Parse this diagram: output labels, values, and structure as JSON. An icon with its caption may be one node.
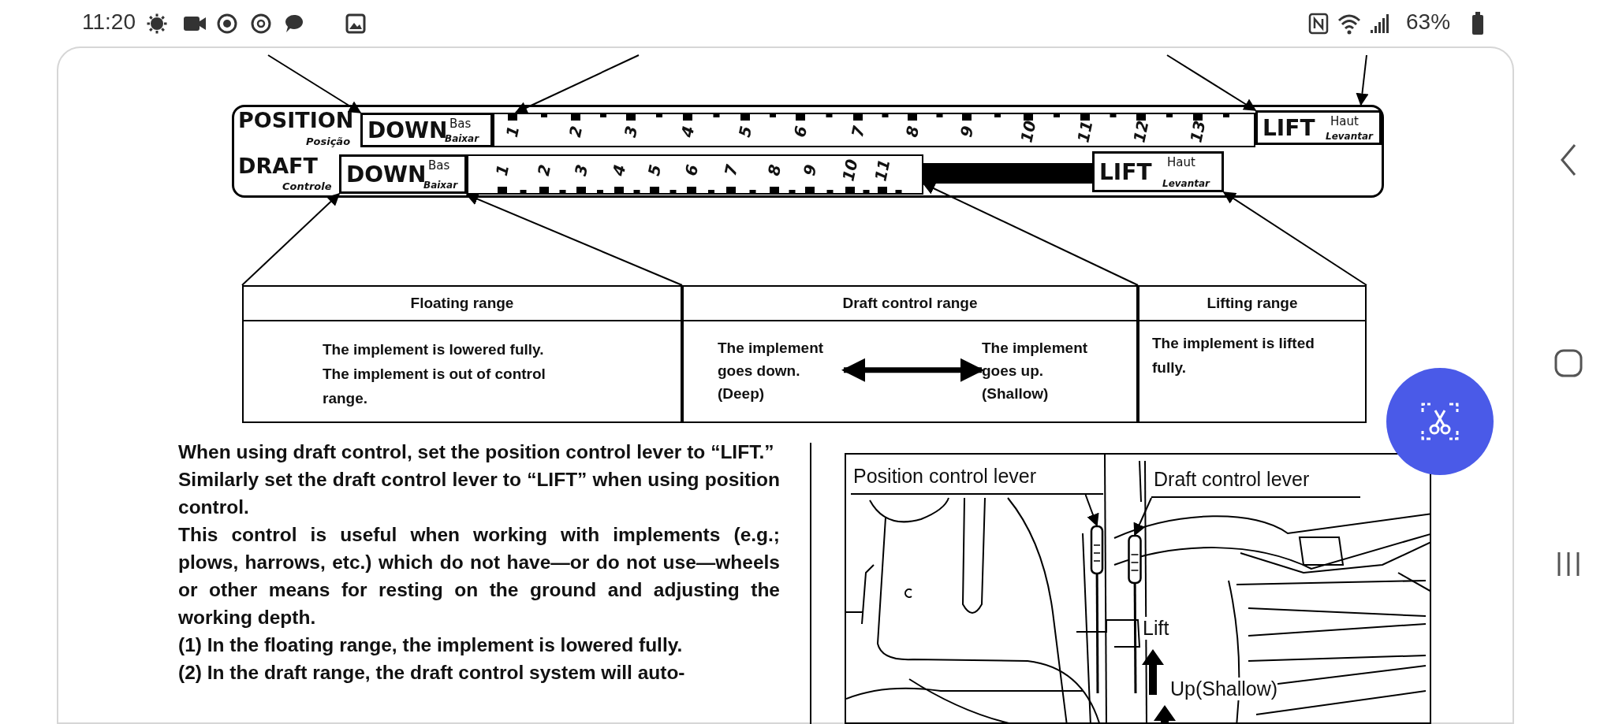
{
  "diagram": {
    "nodes": [
      {
        "text": [],
        "shape": "box"
      },
      {
        "text": [
          "DOWN",
          "Bas",
          "Baixar"
        ],
        "in": 0
      },
      {
        "text": [],
        "shape": "bar",
        "in": 0
      },
      {
        "text": [
          "LIFT",
          "Haut",
          "Levantar"
        ],
        "in": 0
      },
      {
        "text": [
          "DOWN",
          "Bas",
          "Baixar"
        ],
        "in": 0
      },
      {
        "text": [],
        "shape": "bar",
        "in": 0
      },
      {
        "text": [],
        "shape": "bar",
        "in": 0
      },
      {
        "text": [
          "LIFT",
          "Haut",
          "Levantar"
        ],
        "in": 0
      },
      {
        "text": [
          "Floating range"
        ]
      },
      {
        "text": [
          "Draft control range"
        ]
      },
      {
        "text": [
          "Lifting range"
        ]
      },
      {
        "text": [
          "The implement goes down. (Deep)"
        ]
      },
      {
        "text": [
          "The implement goes up. (Shallow)"
        ]
      },
      {
        "text": [],
        "shape": "picture"
      },
      {
        "text": [
          "Position control lever"
        ],
        "in": 13
      },
      {
        "text": [
          "Draft control lever"
        ],
        "in": 13
      },
      {
        "text": [],
        "shape": "picture",
        "in": 13
      },
      {
        "text": [],
        "shape": "picture",
        "in": 13
      }
    ],
    "edges": [
      {
        "from": null,
        "to": 1,
        "arrow": "to"
      },
      {
        "from": null,
        "to": 2,
        "arrow": "to"
      },
      {
        "from": null,
        "to": 3,
        "arrow": "to"
      },
      {
        "from": null,
        "to": 0,
        "arrow": "to"
      },
      {
        "from": 8,
        "to": 4,
        "arrow": "to"
      },
      {
        "from": 9,
        "to": 5,
        "arrow": "to"
      },
      {
        "from": 10,
        "to": 6,
        "arrow": "to"
      },
      {
        "from": 10,
        "to": 7,
        "arrow": "to"
      },
      {
        "from": 11,
        "to": 12,
        "arrow": "both",
        "style": "thick"
      },
      {
        "from": 14,
        "to": 16,
        "arrow": "to"
      },
      {
        "from": 15,
        "to": 17,
        "arrow": "to"
      }
    ],
    "labels": [
      "11:20",
      "63%",
      "POSITION",
      "Posição",
      "1",
      "2",
      "3",
      "4",
      "5",
      "6",
      "7",
      "8",
      "9",
      "10",
      "11",
      "12",
      "13",
      "DRAFT",
      "Controle",
      "1",
      "2",
      "3",
      "4",
      "5",
      "6",
      "7",
      "8",
      "9",
      "10",
      "11",
      "The implement is lowered fully. The implement is out of control range.",
      "The implement is lifted fully.",
      "When using draft control, set the position control lever to “LIFT.”",
      "Similarly set the draft control lever to “LIFT” when using position control.",
      "This control is useful when working with implements (e.g.; plows, harrows, etc.) which do not have—or do not use—wheels or other means for resting on the ground and adjusting the working depth.",
      "(1) In the floating range, the implement is lowered fully.",
      "(2) In the draft range, the draft control system will auto-",
      "Lift",
      "Up(Shallow)"
    ]
  }
}
